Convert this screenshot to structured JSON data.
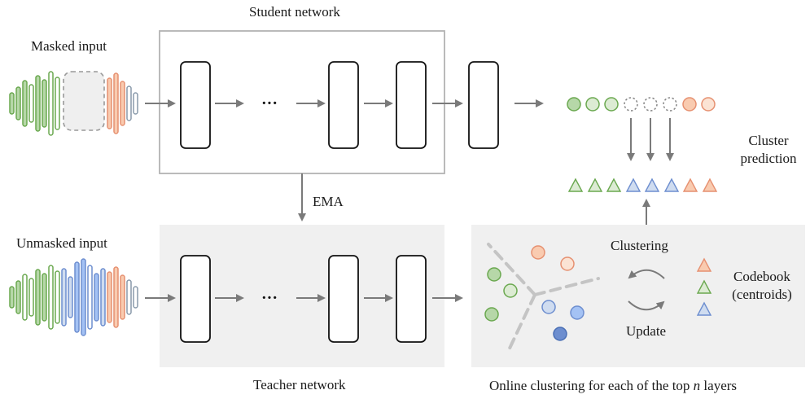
{
  "labels": {
    "student_network": "Student network",
    "masked_input": "Masked input",
    "ema": "EMA",
    "unmasked_input": "Unmasked input",
    "teacher_network": "Teacher network",
    "cluster_prediction_line1": "Cluster",
    "cluster_prediction_line2": "prediction",
    "clustering": "Clustering",
    "update": "Update",
    "codebook_line1": "Codebook",
    "codebook_line2": "(centroids)",
    "online_clustering": "Online clustering for each of the top",
    "online_clustering_var": "n",
    "online_clustering_tail": "layers",
    "ellipsis_student": "···",
    "ellipsis_teacher": "···"
  },
  "colors": {
    "green_fill": "#b6d7a8",
    "green_stroke": "#6aa84f",
    "orange_fill": "#f9cbb0",
    "orange_stroke": "#e69070",
    "blue_fill": "#a4c2f4",
    "blue_stroke": "#6d8ecf",
    "light_green_fill": "#dcebd3",
    "light_blue_fill": "#cfdcf0",
    "light_orange_fill": "#fbe3d4",
    "teacher_bg": "#f0f0f0",
    "arrow_gray": "#7a7a7a"
  }
}
